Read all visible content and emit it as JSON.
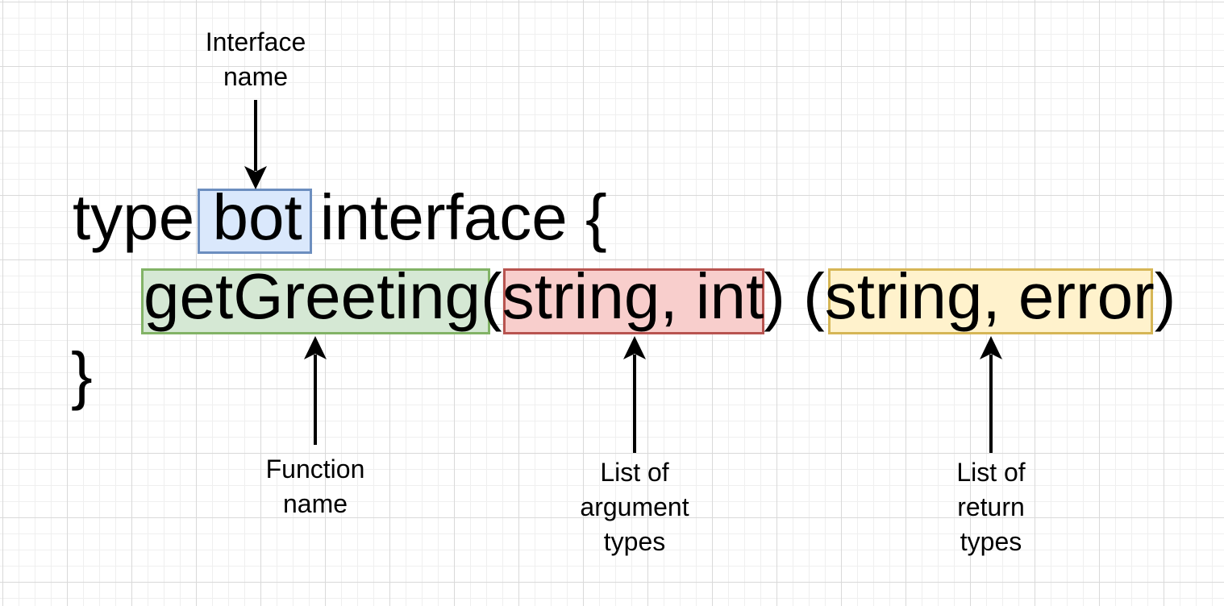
{
  "code": {
    "line1": {
      "keyword_type": "type",
      "interface_name": "bot",
      "keyword_interface": "interface",
      "open_brace": "{"
    },
    "line2": {
      "function_name": "getGreeting",
      "open_paren_args": "(",
      "argument_types": "string, int",
      "close_paren_args": ")",
      "open_paren_returns": "(",
      "return_types": "string, error",
      "close_paren_returns": ")"
    },
    "line3": {
      "close_brace": "}"
    }
  },
  "annotations": {
    "interface_name": {
      "lines": [
        "Interface",
        "name"
      ]
    },
    "function_name": {
      "lines": [
        "Function",
        "name"
      ]
    },
    "argument_types": {
      "lines": [
        "List of",
        "argument",
        "types"
      ]
    },
    "return_types": {
      "lines": [
        "List of",
        "return",
        "types"
      ]
    }
  },
  "colors": {
    "interface_fill": "#dae8fc",
    "interface_stroke": "#6c8ebf",
    "function_fill": "#d5e8d4",
    "function_stroke": "#82b366",
    "arguments_fill": "#f8cecc",
    "arguments_stroke": "#b85450",
    "returns_fill": "#fff2cc",
    "returns_stroke": "#d6b656"
  }
}
